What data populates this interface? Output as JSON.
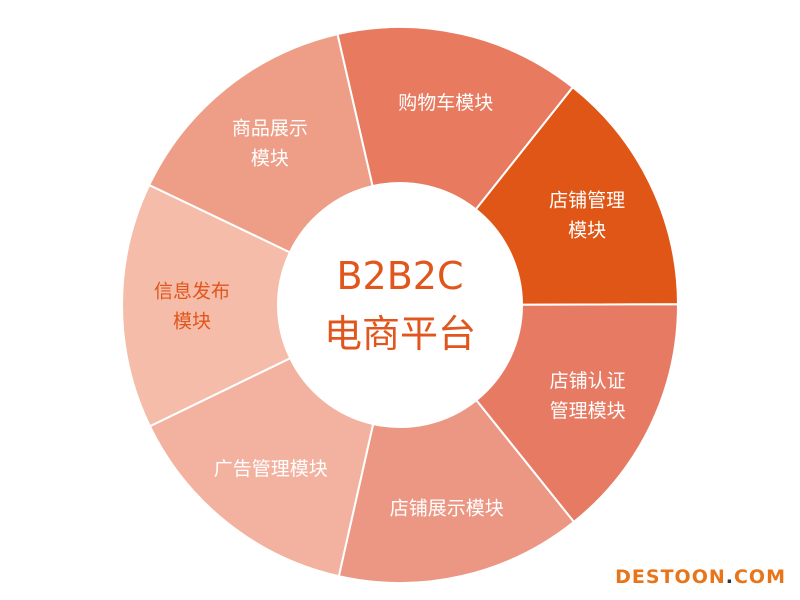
{
  "center": {
    "title_line1": "B2B2C",
    "title_line2": "电商平台",
    "text_color": "#e0561c"
  },
  "segments": [
    {
      "name": "segment-cart-module",
      "lines": [
        "购物车模块"
      ],
      "fill": "#e77a5f",
      "text": "#ffffff"
    },
    {
      "name": "segment-store-management",
      "lines": [
        "店铺管理",
        "模块"
      ],
      "fill": "#e05617",
      "text": "#ffffff"
    },
    {
      "name": "segment-store-certification",
      "lines": [
        "店铺认证",
        "管理模块"
      ],
      "fill": "#e77a62",
      "text": "#ffffff"
    },
    {
      "name": "segment-store-display",
      "lines": [
        "店铺展示模块"
      ],
      "fill": "#ec9783",
      "text": "#ffffff"
    },
    {
      "name": "segment-ad-management",
      "lines": [
        "广告管理模块"
      ],
      "fill": "#f2b29f",
      "text": "#ffffff"
    },
    {
      "name": "segment-info-publish",
      "lines": [
        "信息发布",
        "模块"
      ],
      "fill": "#f4bca9",
      "text": "#e0561c"
    },
    {
      "name": "segment-product-display",
      "lines": [
        "商品展示",
        "模块"
      ],
      "fill": "#ee9e86",
      "text": "#ffffff"
    }
  ],
  "watermark": {
    "part1": "DESTOON",
    "dot": ".",
    "part2": "COM",
    "color_main": "#e8751a",
    "color_dot": "#333333"
  }
}
